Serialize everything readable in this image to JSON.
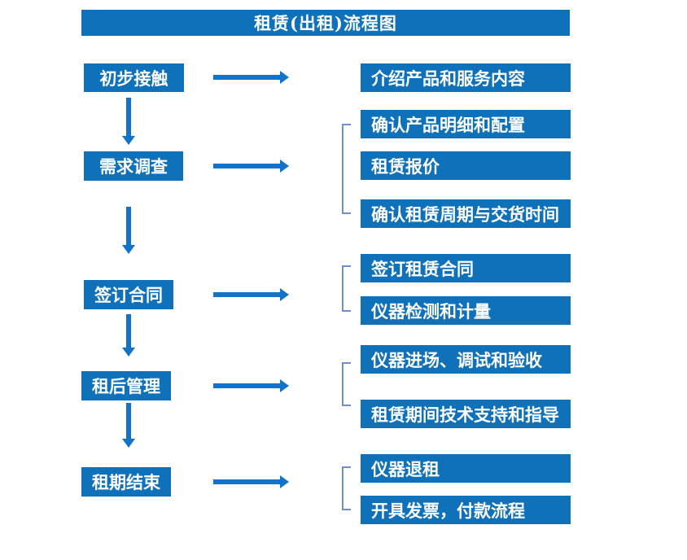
{
  "title": "租赁(出租)流程图",
  "colors": {
    "box-blue": "#0e71ba",
    "arrow-blue": "#1273cb",
    "bracket-blue": "#7290c4",
    "text-white": "#ffffff"
  },
  "steps": [
    {
      "label": "初步接触",
      "children": [
        "介绍产品和服务内容"
      ]
    },
    {
      "label": "需求调查",
      "children": [
        "确认产品明细和配置",
        "租赁报价",
        "确认租赁周期与交货时间"
      ]
    },
    {
      "label": "签订合同",
      "children": [
        "签订租赁合同",
        "仪器检测和计量"
      ]
    },
    {
      "label": "租后管理",
      "children": [
        "仪器进场、调试和验收",
        "租赁期间技术支持和指导"
      ]
    },
    {
      "label": "租期结束",
      "children": [
        "仪器退租",
        "开具发票，付款流程"
      ]
    }
  ]
}
